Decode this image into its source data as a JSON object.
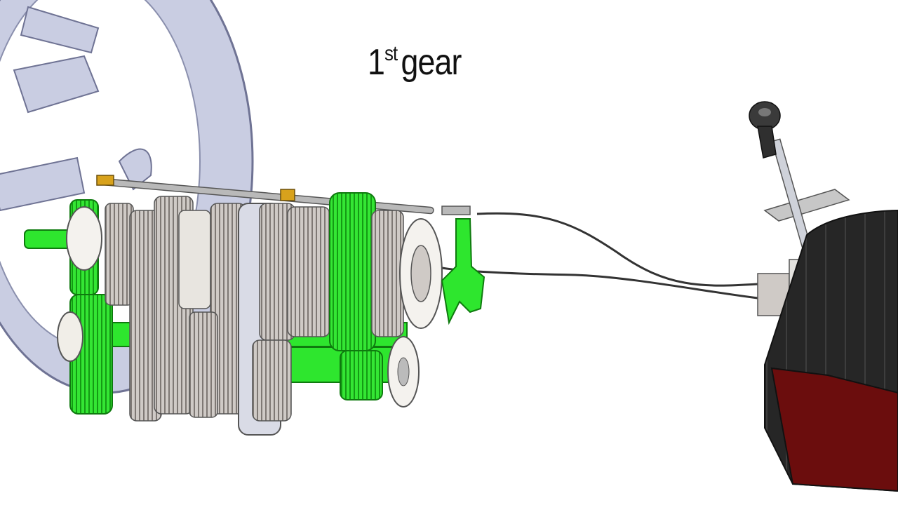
{
  "caption": {
    "number": "1",
    "ordinal": "st",
    "word": "gear"
  },
  "colors": {
    "active_gear": "#2ee62e",
    "gear_metal": "#c9c4c0",
    "wheel": "#c7cbe0",
    "cable": "#3a3a3a",
    "seat": "#2a2a2a",
    "seat_side": "#7a0f0f"
  }
}
